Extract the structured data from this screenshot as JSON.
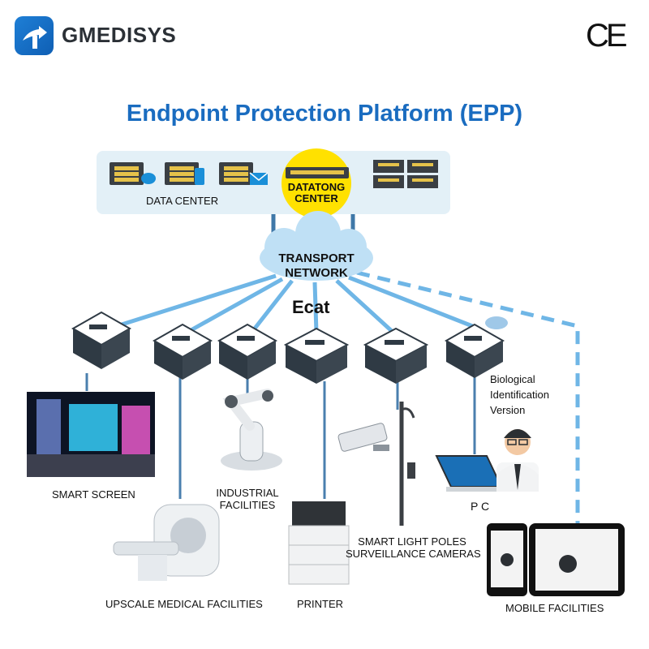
{
  "brand": {
    "name": "GMEDISYS",
    "cert_mark": "CE"
  },
  "title": "Endpoint Protection Platform (EPP)",
  "top_panel": {
    "data_center_label": "DATA CENTER",
    "datatong_label": "DATATONG CENTER",
    "datatong_line1": "DATATONG",
    "datatong_line2": "CENTER"
  },
  "network": {
    "line1": "TRANSPORT",
    "line2": "NETWORK",
    "device_name": "Ecat"
  },
  "device_label": "Ecat",
  "endpoints": {
    "smart_screen": "SMART SCREEN",
    "medical": "UPSCALE MEDICAL FACILITIES",
    "industrial_1": "INDUSTRIAL",
    "industrial_2": "FACILITIES",
    "printer": "PRINTER",
    "light_1": "SMART LIGHT POLES",
    "light_2": "SURVEILLANCE CAMERAS",
    "bio_1": "Biological",
    "bio_2": "Identification",
    "bio_3": "Version",
    "pc": "P C",
    "mobile": "MOBILE FACILITIES"
  },
  "colors": {
    "accent": "#1a6cc0",
    "link": "#6fb6e6",
    "panel": "#e3f0f7",
    "hub": "#ffe100"
  }
}
